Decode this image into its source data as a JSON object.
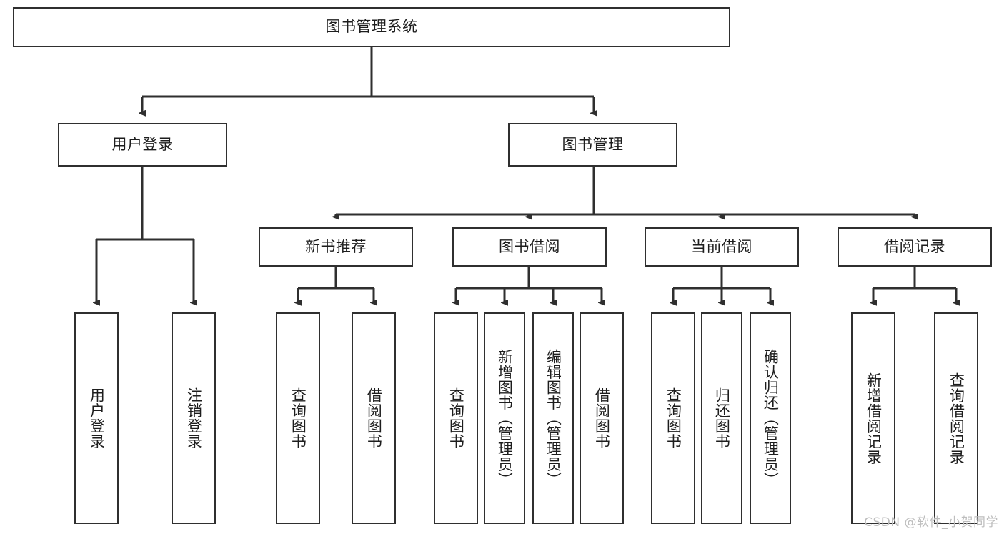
{
  "diagram": {
    "title": "图书管理系统",
    "watermark": "CSDN @软件_小贺同学",
    "stroke_color": "#2f2f2f",
    "fill_color": "#ffffff",
    "text_color": "#1d1d1d",
    "root": {
      "label": "图书管理系统"
    },
    "level2": [
      {
        "label": "用户登录"
      },
      {
        "label": "图书管理"
      }
    ],
    "level3": [
      {
        "label": "新书推荐"
      },
      {
        "label": "图书借阅"
      },
      {
        "label": "当前借阅"
      },
      {
        "label": "借阅记录"
      }
    ],
    "leaves": {
      "user_login": [
        {
          "label": "用户登录"
        },
        {
          "label": "注销登录"
        }
      ],
      "new_book_recommend": [
        {
          "label": "查询图书"
        },
        {
          "label": "借阅图书"
        }
      ],
      "book_borrow": [
        {
          "label": "查询图书"
        },
        {
          "label": "新增图书（管理员）"
        },
        {
          "label": "编辑图书（管理员）"
        },
        {
          "label": "借阅图书"
        }
      ],
      "current_borrow": [
        {
          "label": "查询图书"
        },
        {
          "label": "归还图书"
        },
        {
          "label": "确认归还（管理员）"
        }
      ],
      "borrow_record": [
        {
          "label": "新增借阅记录"
        },
        {
          "label": "查询借阅记录"
        }
      ]
    }
  }
}
